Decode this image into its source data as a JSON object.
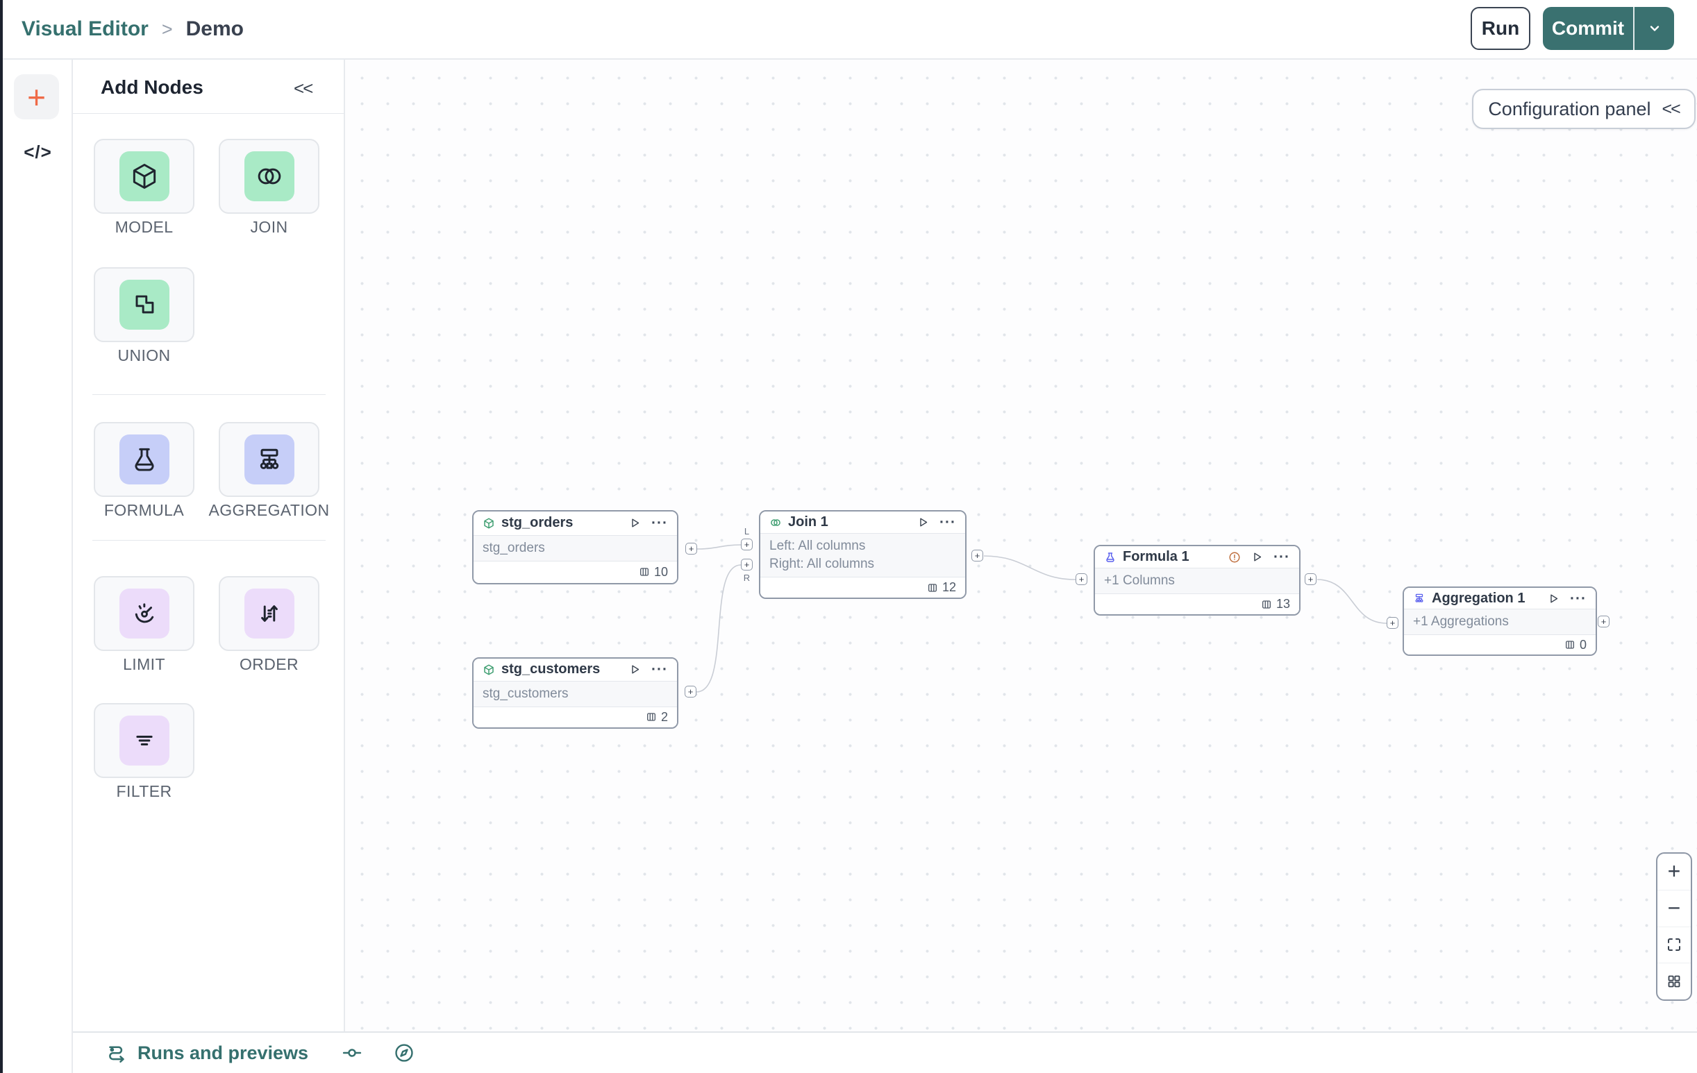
{
  "header": {
    "breadcrumb_root": "Visual Editor",
    "breadcrumb_sep": ">",
    "breadcrumb_current": "Demo",
    "run_label": "Run",
    "commit_label": "Commit"
  },
  "rail": {
    "add_label": "+",
    "code_label": "</>"
  },
  "panel": {
    "title": "Add Nodes",
    "collapse": "<<",
    "tiles": [
      {
        "label": "MODEL",
        "icon": "cube-icon",
        "color": "#a9eac6"
      },
      {
        "label": "JOIN",
        "icon": "join-circles-icon",
        "color": "#a9eac6"
      },
      {
        "label": "UNION",
        "icon": "union-squares-icon",
        "color": "#a9eac6"
      },
      {
        "label": "FORMULA",
        "icon": "flask-icon",
        "color": "#c6cef8"
      },
      {
        "label": "AGGREGATION",
        "icon": "aggregation-tree-icon",
        "color": "#c6cef8"
      },
      {
        "label": "LIMIT",
        "icon": "gauge-icon",
        "color": "#ecdcfa"
      },
      {
        "label": "ORDER",
        "icon": "sort-arrows-icon",
        "color": "#ecdcfa"
      },
      {
        "label": "FILTER",
        "icon": "filter-lines-icon",
        "color": "#ecdcfa"
      }
    ]
  },
  "canvas": {
    "config_button": {
      "label": "Configuration panel",
      "collapse": "<<"
    },
    "port_plus": "+",
    "nodes": [
      {
        "title": "stg_orders",
        "type": "model",
        "body": "stg_orders",
        "columns": "10"
      },
      {
        "title": "Join 1",
        "type": "join",
        "body_line1": "Left: All columns",
        "body_line2": "Right: All columns",
        "columns": "12",
        "left_port": "L",
        "right_port": "R"
      },
      {
        "title": "Formula 1",
        "type": "formula",
        "body": "+1 Columns",
        "columns": "13",
        "has_warning": true
      },
      {
        "title": "Aggregation 1",
        "type": "aggregation",
        "body": "+1 Aggregations",
        "columns": "0"
      },
      {
        "title": "stg_customers",
        "type": "model",
        "body": "stg_customers",
        "columns": "2"
      }
    ]
  },
  "zoom_controls": {
    "zoom_in": "+",
    "zoom_out": "−"
  },
  "footer": {
    "runs_label": "Runs and previews"
  },
  "colors": {
    "brand_teal": "#3a7170",
    "accent_orange": "#ef6a47",
    "tile_green": "#a9eac6",
    "tile_lavender": "#c6cef8",
    "tile_lilac": "#ecdcfa",
    "warning_orange": "#bf7040",
    "node_icon_green": "#3f9e71",
    "node_icon_purple": "#5d63ee",
    "edge_gray": "#c9cdd5"
  }
}
